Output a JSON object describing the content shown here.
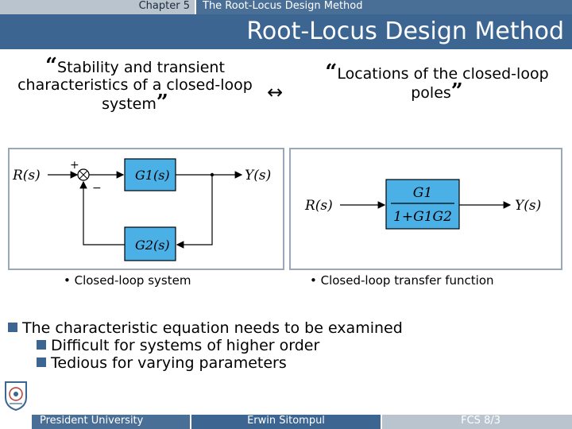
{
  "header": {
    "chapter": "Chapter 5",
    "section": "The Root-Locus Design Method",
    "title": "Root-Locus Design Method"
  },
  "quotes": {
    "open_mark": "“",
    "close_mark": "”",
    "left_text": "Stability and transient characteristics of a closed-loop system",
    "arrow": "↔",
    "right_text": "Locations of the closed-loop poles"
  },
  "block_diagram": {
    "input": "R(s)",
    "output": "Y(s)",
    "forward_block": "G1(s)",
    "feedback_block": "G2(s)",
    "plus_sign": "+",
    "minus_sign": "−"
  },
  "transfer_function": {
    "input": "R(s)",
    "output": "Y(s)",
    "numerator": "G1",
    "denominator": "1+G1G2"
  },
  "captions": {
    "left": "• Closed-loop system",
    "right": "• Closed-loop transfer function"
  },
  "bullets": {
    "main": "The characteristic equation needs to be examined",
    "subs": [
      "Difficult for systems of higher order",
      "Tedious for varying parameters"
    ]
  },
  "footer": {
    "left": "President University",
    "middle": "Erwin Sitompul",
    "right": "FCS 8/3"
  },
  "colors": {
    "title_band": "#3c6591",
    "block_fill": "#4ab0e6",
    "panel_border": "#9aa7b6",
    "bullet_square": "#3c6591"
  },
  "icons": {
    "logo": "university-logo-icon",
    "bullet": "square-bullet-icon"
  }
}
